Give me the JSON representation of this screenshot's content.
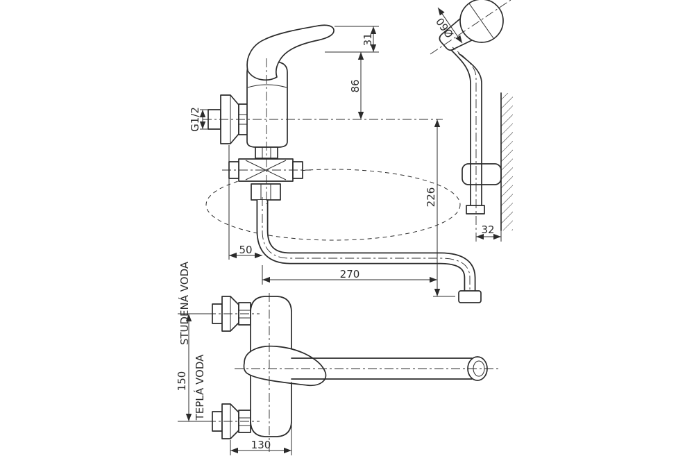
{
  "drawing": {
    "background": "#ffffff",
    "line_color": "#2b2b2b"
  },
  "side_view": {
    "thread_label": "G1/2",
    "dim_handle_height": "31",
    "dim_body_height": "86",
    "dim_axis_to_outlet": "226",
    "dim_wall_to_spout_axis": "50",
    "dim_spout_reach": "270"
  },
  "shower": {
    "dim_head_diameter": "Ø60",
    "dim_hose_to_wall": "32"
  },
  "front_view": {
    "label_cold": "STUDENÁ VODA",
    "label_hot": "TEPLÁ VODA",
    "dim_inlet_spacing": "150",
    "dim_body_width": "130"
  }
}
